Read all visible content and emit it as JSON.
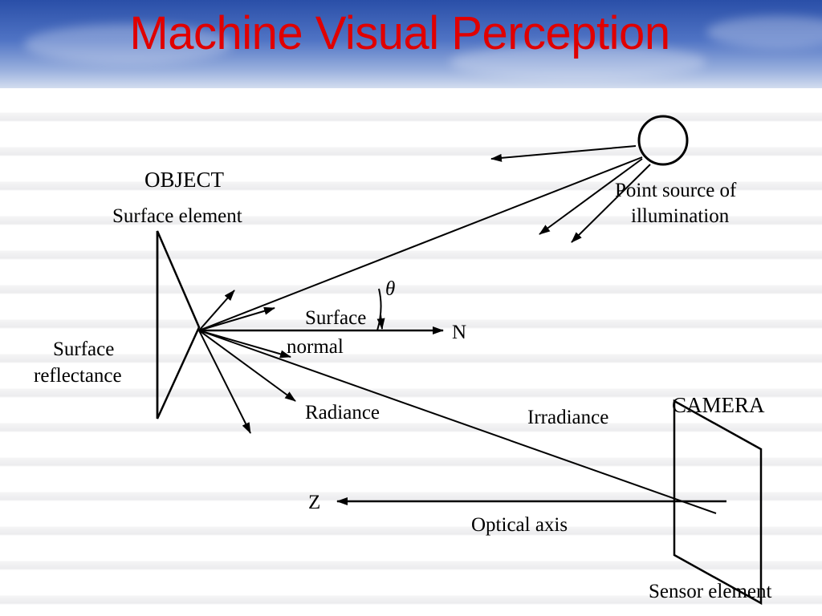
{
  "slide": {
    "title": "Machine Visual Perception"
  },
  "diagram": {
    "object_label": "OBJECT",
    "surface_element_label": "Surface element",
    "point_source_line1": "Point source of",
    "point_source_line2": "illumination",
    "theta_label": "θ",
    "surface_normal_line1": "Surface",
    "surface_normal_line2": "normal",
    "n_label": "N",
    "surface_reflectance_line1": "Surface",
    "surface_reflectance_line2": "reflectance",
    "radiance_label": "Radiance",
    "irradiance_label": "Irradiance",
    "camera_label": "CAMERA",
    "z_label": "Z",
    "optical_axis_label": "Optical axis",
    "sensor_element_label": "Sensor element"
  },
  "colors": {
    "title": "#e00000",
    "header_blue": "#2a4fa8",
    "ink": "#000000"
  }
}
